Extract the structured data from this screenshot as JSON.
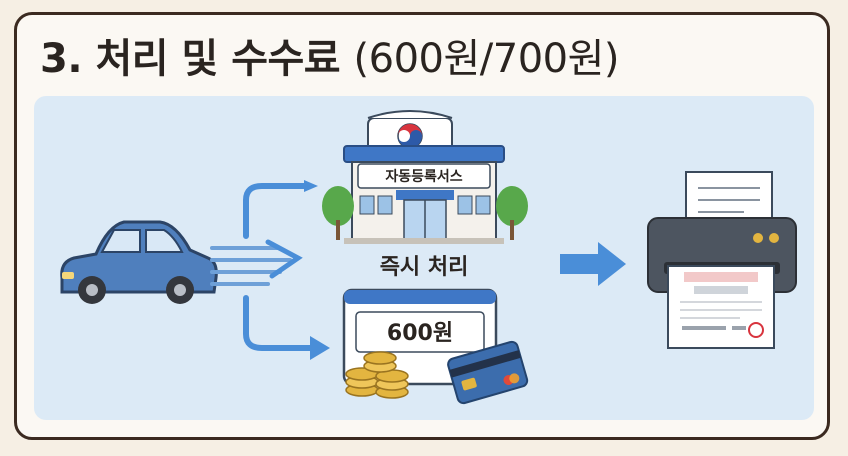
{
  "header": {
    "title_main": "3. 처리 및 수수료",
    "title_price": "(600원/700원)"
  },
  "office": {
    "sign": "자동등록서스"
  },
  "process": {
    "label": "즉시 처리"
  },
  "fee": {
    "amount": "600원"
  },
  "colors": {
    "car": "#4f7fbd",
    "arrow": "#4a8ed8",
    "roof": "#3f77c6",
    "coin": "#e3b540",
    "card": "#3c6dad",
    "printer": "#4d5560"
  },
  "icons": [
    "car-icon",
    "speed-lines-icon",
    "government-office-icon",
    "fee-window-icon",
    "coins-icon",
    "credit-card-icon",
    "right-arrow-icon",
    "printer-icon",
    "document-icon"
  ]
}
